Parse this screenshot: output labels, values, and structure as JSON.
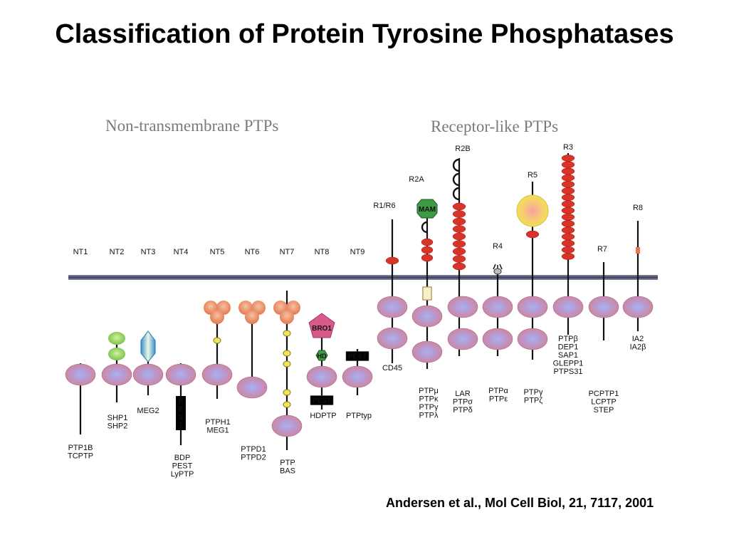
{
  "title": "Classification of Protein Tyrosine Phosphatases",
  "section_nontm": "Non-transmembrane PTPs",
  "section_receptor": "Receptor-like PTPs",
  "citation": "Andersen et al., Mol Cell Biol, 21, 7117, 2001",
  "colors": {
    "domain": "#c8879a",
    "domain_center": "#9aa6e6",
    "membrane": "#5a5c7a",
    "ig_red": "#d8342a",
    "sh2_green": "#7fc84a",
    "mam_green": "#3f9a45",
    "pest_box": "#000000",
    "fn_tan": "#e8a07a"
  },
  "domain_labels": {
    "mam": "MAM",
    "bro1": "BRO1",
    "hd": "HD",
    "pest_box": "PEST",
    "pest_vertical": "PEST"
  },
  "classes": [
    "NT1",
    "NT2",
    "NT3",
    "NT4",
    "NT5",
    "NT6",
    "NT7",
    "NT8",
    "NT9",
    "R1/R6",
    "R2A",
    "R2B",
    "R4",
    "R5",
    "R3",
    "R7",
    "R8"
  ],
  "members": {
    "NT1": [
      "PTP1B",
      "TCPTP"
    ],
    "NT2": [
      "SHP1",
      "SHP2"
    ],
    "NT3": [
      "MEG2"
    ],
    "NT4": [
      "BDP",
      "PEST",
      "LyPTP"
    ],
    "NT5": [
      "PTPH1",
      "MEG1"
    ],
    "NT6": [
      "PTPD1",
      "PTPD2"
    ],
    "NT7": [
      "PTP",
      "BAS"
    ],
    "NT8": [
      "HDPTP"
    ],
    "NT9": [
      "PTPtyp"
    ],
    "R1R6": [
      "CD45"
    ],
    "R2A": [
      "PTPμ",
      "PTPκ",
      "PTPγ",
      "PTPλ"
    ],
    "R2B": [
      "LAR",
      "PTPσ",
      "PTPδ"
    ],
    "R4": [
      "PTPα",
      "PTPε"
    ],
    "R5": [
      "PTPγ",
      "PTPζ"
    ],
    "R3": [
      "PTPβ",
      "DEP1",
      "SAP1",
      "GLEPP1",
      "PTPS31"
    ],
    "R7": [
      "PCPTP1",
      "LCPTP",
      "STEP"
    ],
    "R8": [
      "IA2",
      "IA2β"
    ]
  }
}
